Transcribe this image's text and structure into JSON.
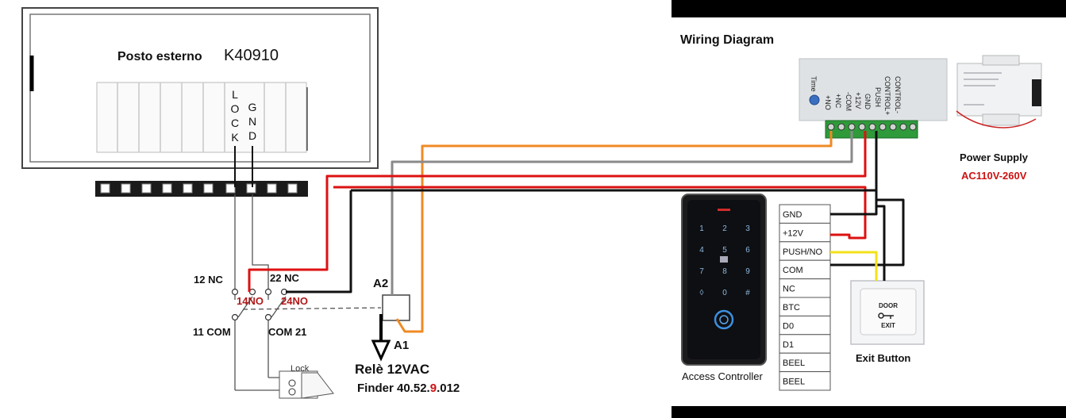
{
  "left_panel": {
    "title_prefix": "Posto esterno",
    "title_model": "K40910",
    "lock_label": [
      "L",
      "O",
      "C",
      "K"
    ],
    "gnd_label": [
      "G",
      "N",
      "D"
    ]
  },
  "relay": {
    "contact_12nc": "12 NC",
    "contact_22nc": "22 NC",
    "contact_14no": "14NO",
    "contact_24no": "24NO",
    "contact_11com": "11 COM",
    "contact_com21": "COM 21",
    "coil_a2": "A2",
    "coil_a1": "A1",
    "relay_name": "Relè 12VAC",
    "relay_model_prefix": "Finder 40.52.",
    "relay_model_highlight": "9",
    "relay_model_suffix": ".012",
    "highlight_color": "#cc1111"
  },
  "lock": {
    "label": "Lock"
  },
  "right_panel": {
    "title": "Wiring Diagram",
    "psu_left_labels": [
      "Time",
      "+NO",
      "+NC",
      "-COM",
      "+12V",
      "GND",
      "PUSH",
      "CONTROL+",
      "CONTROL-"
    ],
    "psu_right_label": "Power Supply",
    "psu_right_voltage": "AC110V-260V",
    "voltage_color": "#cc1111",
    "keypad_keys": [
      "1",
      "2",
      "3",
      "4",
      "5",
      "6",
      "7",
      "8",
      "9",
      "◊",
      "0",
      "#"
    ],
    "controller_label": "Access Controller",
    "terminals": [
      "GND",
      "+12V",
      "PUSH/NO",
      "COM",
      "NC",
      "BTC",
      "D0",
      "D1",
      "BEEL",
      "BEEL"
    ],
    "exit_button_door": "DOOR",
    "exit_button_exit": "EXIT",
    "exit_button_label": "Exit Button"
  },
  "wire_colors": {
    "red": "#dd1111",
    "black": "#111111",
    "grey": "#8a8a8a",
    "orange": "#f08a24",
    "yellow": "#f2e11a"
  }
}
